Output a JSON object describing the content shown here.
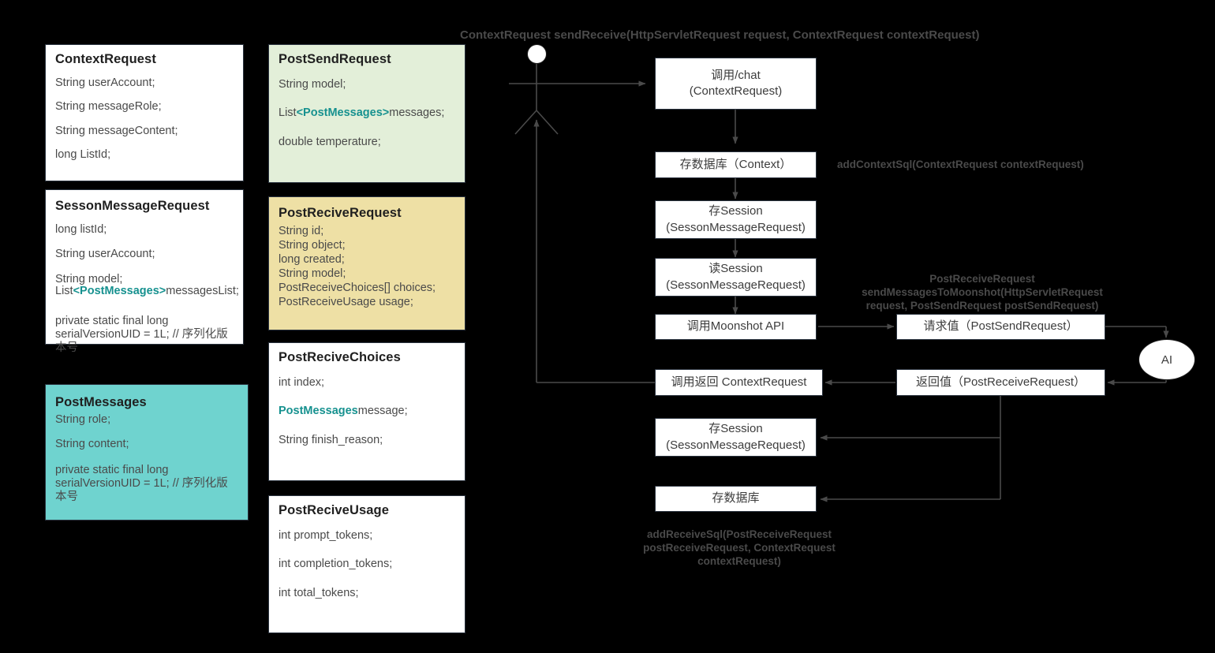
{
  "diagram": {
    "title": "ContextRequest sendReceive(HttpServletRequest request, ContextRequest contextRequest)",
    "actor_label": "",
    "ai_node": "AI",
    "colors": {
      "background": "#000000",
      "box_border": "#2b3440",
      "box_fill": "#ffffff",
      "green_fill": "#e3efd9",
      "yellow_fill": "#eee0a5",
      "cyan_fill": "#6fd3cf",
      "accent_teal": "#16918f",
      "text": "#4a4a4a",
      "wire": "#4a4a4a"
    }
  },
  "classes": [
    {
      "name": "ContextRequest",
      "style": "plain",
      "fields": [
        "String userAccount;",
        "String messageRole;",
        "String messageContent;",
        "long ListId;"
      ]
    },
    {
      "name": "SessonMessageRequest",
      "style": "plain",
      "fields": [
        "long listId;",
        "String userAccount;",
        "String model;",
        "List<PostMessages>messagesList;",
        "private static final long serialVersionUID = 1L; // 序列化版本号"
      ]
    },
    {
      "name": "PostMessages",
      "style": "cyan",
      "fields": [
        "String role;",
        "String content;",
        "private static final long serialVersionUID = 1L; // 序列化版本号"
      ]
    },
    {
      "name": "PostSendRequest",
      "style": "green",
      "fields": [
        "String model;",
        "List<PostMessages>messages;",
        "double temperature;"
      ]
    },
    {
      "name": "PostReciveRequest",
      "style": "yellow",
      "fields": [
        "String id;",
        "String object;",
        "long created;",
        "String model;",
        "PostReceiveChoices[] choices;",
        "PostReceiveUsage usage;"
      ]
    },
    {
      "name": "PostReciveChoices",
      "style": "plain",
      "fields": [
        "int index;",
        "PostMessagesmessage;",
        "String finish_reason;"
      ]
    },
    {
      "name": "PostReciveUsage",
      "style": "plain",
      "fields": [
        "int prompt_tokens;",
        "int completion_tokens;",
        "int total_tokens;"
      ]
    }
  ],
  "flow": {
    "nodes": [
      {
        "id": "chat",
        "line1": "调用/chat",
        "line2": "(ContextRequest)"
      },
      {
        "id": "db1",
        "line1": "存数据库（Context）",
        "line2": ""
      },
      {
        "id": "save_sess1",
        "line1": "存Session",
        "line2": "(SessonMessageRequest)"
      },
      {
        "id": "read_sess",
        "line1": "读Session",
        "line2": "(SessonMessageRequest)"
      },
      {
        "id": "call_api",
        "line1": "调用Moonshot API",
        "line2": ""
      },
      {
        "id": "ret_ctx",
        "line1": "调用返回 ContextRequest",
        "line2": ""
      },
      {
        "id": "save_sess2",
        "line1": "存Session",
        "line2": "(SessonMessageRequest)"
      },
      {
        "id": "db2",
        "line1": "存数据库",
        "line2": ""
      },
      {
        "id": "req_val",
        "line1": "请求值（PostSendRequest）",
        "line2": ""
      },
      {
        "id": "res_val",
        "line1": "返回值（PostReceiveRequest）",
        "line2": ""
      }
    ]
  },
  "annotations": {
    "add_context_sql": "addContextSql(ContextRequest contextRequest)",
    "send_to_moonshot": "PostReceiveRequest\nsendMessagesToMoonshot(HttpServletRequest\nrequest, PostSendRequest postSendRequest)",
    "add_receive_sql": "addReceiveSql(PostReceiveRequest\npostReceiveRequest, ContextRequest\ncontextRequest)"
  }
}
